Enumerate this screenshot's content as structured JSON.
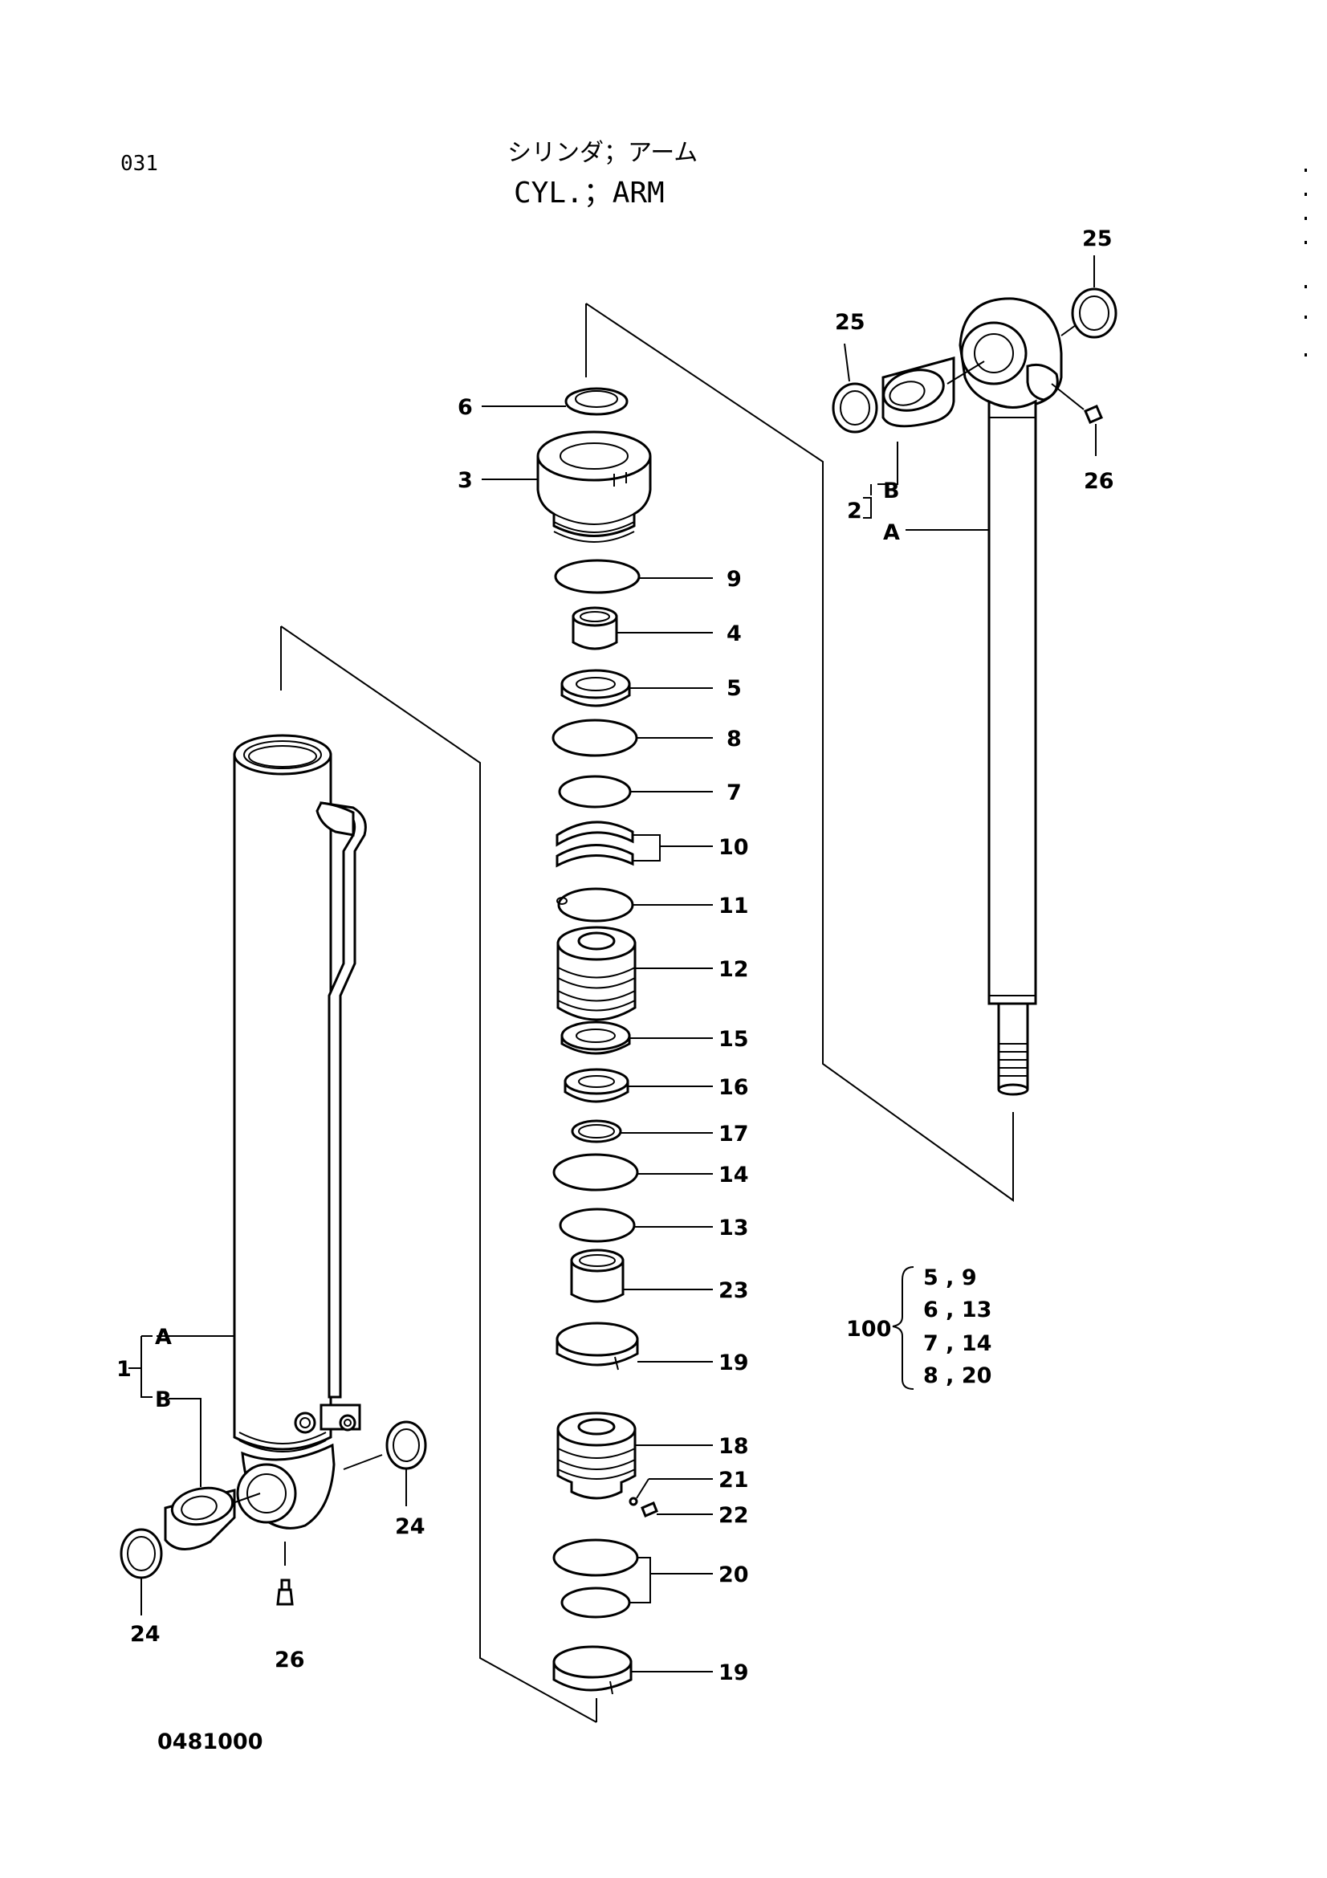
{
  "page": {
    "number": "031",
    "title_jp": "シリンダ；アーム",
    "title_en": "CYL.；ARM",
    "figure_id": "0481000"
  },
  "callouts": {
    "c6": "6",
    "c3": "3",
    "c9": "9",
    "c4": "4",
    "c5": "5",
    "c8": "8",
    "c7": "7",
    "c10": "10",
    "c11": "11",
    "c12": "12",
    "c15": "15",
    "c16": "16",
    "c17": "17",
    "c14": "14",
    "c13": "13",
    "c23": "23",
    "c19a": "19",
    "c18": "18",
    "c21": "21",
    "c22": "22",
    "c20": "20",
    "c19b": "19",
    "c25a": "25",
    "c25b": "25",
    "c26a": "26",
    "c2": "2",
    "c2B": "B",
    "c2A": "A",
    "c1": "1",
    "c1A": "A",
    "c1B": "B",
    "c24a": "24",
    "c24b": "24",
    "c26b": "26"
  },
  "kit": {
    "number": "100",
    "rows": [
      "5 , 9",
      "6 , 13",
      "7 , 14",
      "8 , 20"
    ]
  }
}
